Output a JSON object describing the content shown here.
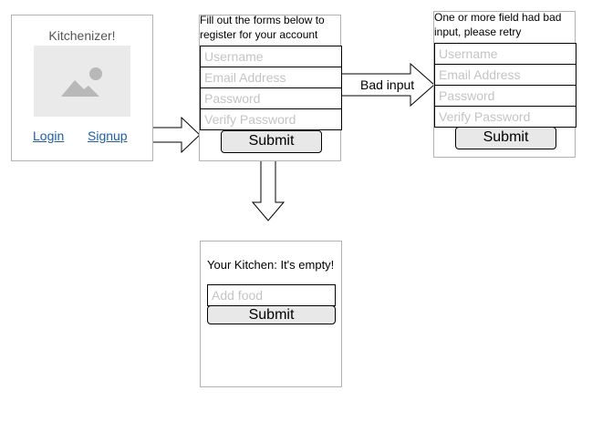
{
  "login_screen": {
    "title": "Kitchenizer!",
    "image_icon": "image-placeholder-icon",
    "login_link": "Login",
    "signup_link": "Signup"
  },
  "register_screen": {
    "instructions": [
      "Fill out the forms below to",
      "register for your account"
    ],
    "fields": [
      "Username",
      "Email Address",
      "Password",
      "Verify Password"
    ],
    "submit_label": "Submit"
  },
  "error_screen": {
    "message": [
      "One or more field had bad",
      "input, please retry"
    ],
    "fields": [
      "Username",
      "Email Address",
      "Password",
      "Verify Password"
    ],
    "submit_label": "Submit"
  },
  "kitchen_screen": {
    "heading": "Your Kitchen: It's empty!",
    "add_food_placeholder": "Add food",
    "submit_label": "Submit"
  },
  "arrows": {
    "bad_input_label": "Bad input"
  }
}
